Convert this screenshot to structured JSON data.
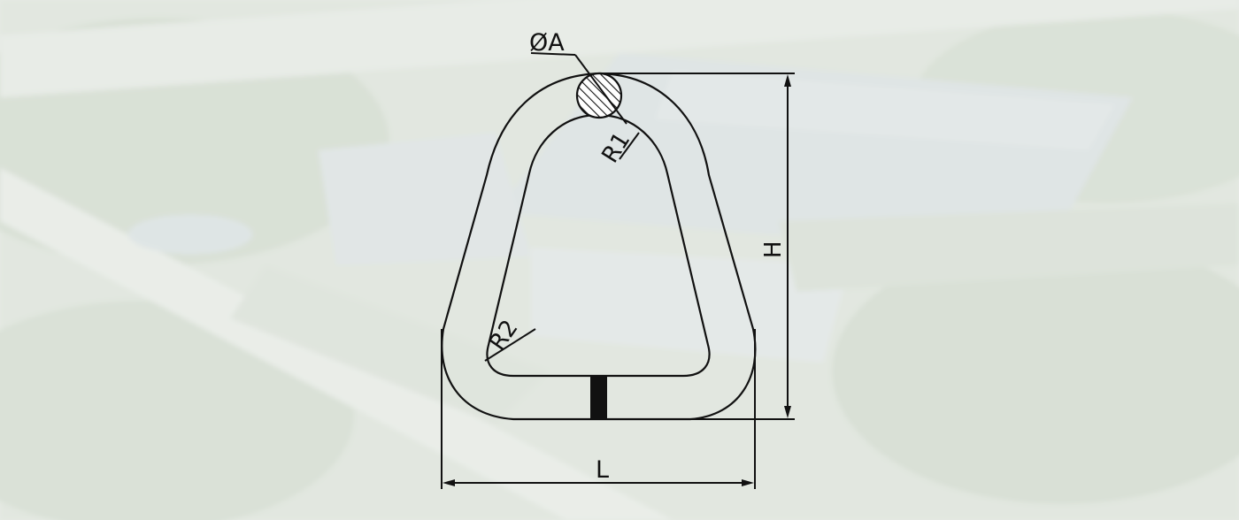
{
  "drawing": {
    "diameter_label": "ØA",
    "radius_outer_label": "R1",
    "radius_inner_label": "R2",
    "height_label": "H",
    "length_label": "L"
  },
  "colors": {
    "line": "#111111",
    "background_overlay": "#eef1ec"
  },
  "background": {
    "description_icon": "aerial-factory-photo"
  }
}
